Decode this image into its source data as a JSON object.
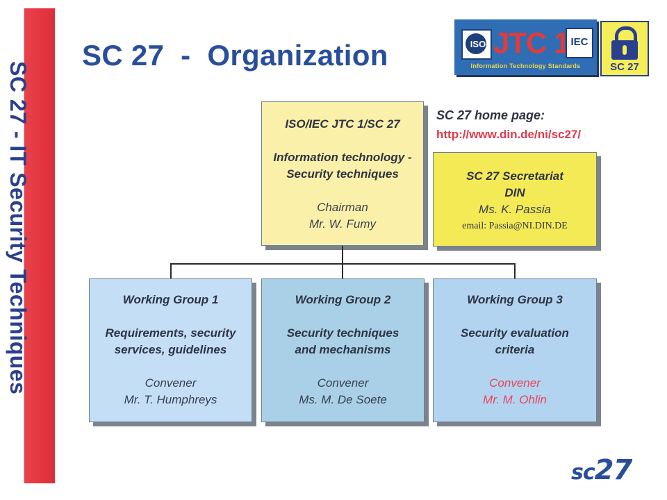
{
  "sidebar": {
    "text": "SC 27 - IT Security Techniques"
  },
  "title": "SC 27  -  Organization",
  "logos": {
    "iso": "ISO",
    "jtc": "JTC 1",
    "iec": "IEC",
    "jtc_subtitle": "Information Technology Standards",
    "lock_label": "SC 27",
    "bottom_logo_left": "sc",
    "bottom_logo_right": "27"
  },
  "home_page": {
    "label": "SC 27 home page:",
    "url": "http://www.din.de/ni/sc27/"
  },
  "colors": {
    "sidebar": "#e4343f",
    "title": "#2a4f9a",
    "top_box": "#fbf0a9",
    "secretariat": "#f4ea56",
    "wg1": "#c4def6",
    "wg2": "#a9d0e6",
    "wg3": "#b2d4f0",
    "highlight": "#e8455a"
  },
  "nodes": {
    "top": {
      "title": "ISO/IEC JTC 1/SC 27",
      "subtitle_1": "Information technology -",
      "subtitle_2": "Security techniques",
      "role": "Chairman",
      "person": "Mr. W. Fumy"
    },
    "secretariat": {
      "title": "SC 27 Secretariat",
      "org": "DIN",
      "person": "Ms. K. Passia",
      "email": "email: Passia@NI.DIN.DE"
    },
    "wg1": {
      "title": "Working Group 1",
      "desc_1": "Requirements, security",
      "desc_2": "services, guidelines",
      "role": "Convener",
      "person": "Mr. T. Humphreys"
    },
    "wg2": {
      "title": "Working Group 2",
      "desc_1": "Security techniques",
      "desc_2": "and mechanisms",
      "role": "Convener",
      "person": "Ms. M. De Soete"
    },
    "wg3": {
      "title": "Working Group 3",
      "desc_1": "Security evaluation",
      "desc_2": "criteria",
      "role": "Convener",
      "person": "Mr. M. Ohlin"
    }
  }
}
